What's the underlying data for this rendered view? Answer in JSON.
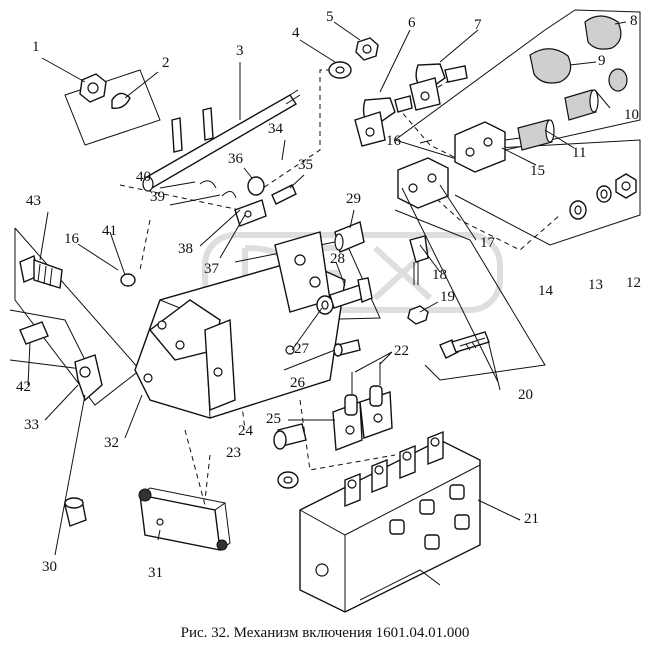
{
  "figure": {
    "caption": "Рис. 32. Механизм включения 1601.04.01.000",
    "watermark": "DEX"
  },
  "callouts": [
    {
      "id": "c1",
      "label": "1"
    },
    {
      "id": "c2",
      "label": "2"
    },
    {
      "id": "c3",
      "label": "3"
    },
    {
      "id": "c4",
      "label": "4"
    },
    {
      "id": "c5",
      "label": "5"
    },
    {
      "id": "c6",
      "label": "6"
    },
    {
      "id": "c7",
      "label": "7"
    },
    {
      "id": "c8",
      "label": "8"
    },
    {
      "id": "c9",
      "label": "9"
    },
    {
      "id": "c10",
      "label": "10"
    },
    {
      "id": "c11",
      "label": "11"
    },
    {
      "id": "c12",
      "label": "12"
    },
    {
      "id": "c13",
      "label": "13"
    },
    {
      "id": "c14",
      "label": "14"
    },
    {
      "id": "c15",
      "label": "15"
    },
    {
      "id": "c16a",
      "label": "16"
    },
    {
      "id": "c16b",
      "label": "16"
    },
    {
      "id": "c17",
      "label": "17"
    },
    {
      "id": "c18",
      "label": "18"
    },
    {
      "id": "c19",
      "label": "19"
    },
    {
      "id": "c20",
      "label": "20"
    },
    {
      "id": "c21",
      "label": "21"
    },
    {
      "id": "c22",
      "label": "22"
    },
    {
      "id": "c23",
      "label": "23"
    },
    {
      "id": "c24",
      "label": "24"
    },
    {
      "id": "c25",
      "label": "25"
    },
    {
      "id": "c26",
      "label": "26"
    },
    {
      "id": "c27",
      "label": "27"
    },
    {
      "id": "c28",
      "label": "28"
    },
    {
      "id": "c29",
      "label": "29"
    },
    {
      "id": "c30",
      "label": "30"
    },
    {
      "id": "c31",
      "label": "31"
    },
    {
      "id": "c32",
      "label": "32"
    },
    {
      "id": "c33",
      "label": "33"
    },
    {
      "id": "c34",
      "label": "34"
    },
    {
      "id": "c35",
      "label": "35"
    },
    {
      "id": "c36",
      "label": "36"
    },
    {
      "id": "c37",
      "label": "37"
    },
    {
      "id": "c38",
      "label": "38"
    },
    {
      "id": "c39",
      "label": "39"
    },
    {
      "id": "c40",
      "label": "40"
    },
    {
      "id": "c41",
      "label": "41"
    },
    {
      "id": "c42",
      "label": "42"
    },
    {
      "id": "c43",
      "label": "43"
    }
  ]
}
